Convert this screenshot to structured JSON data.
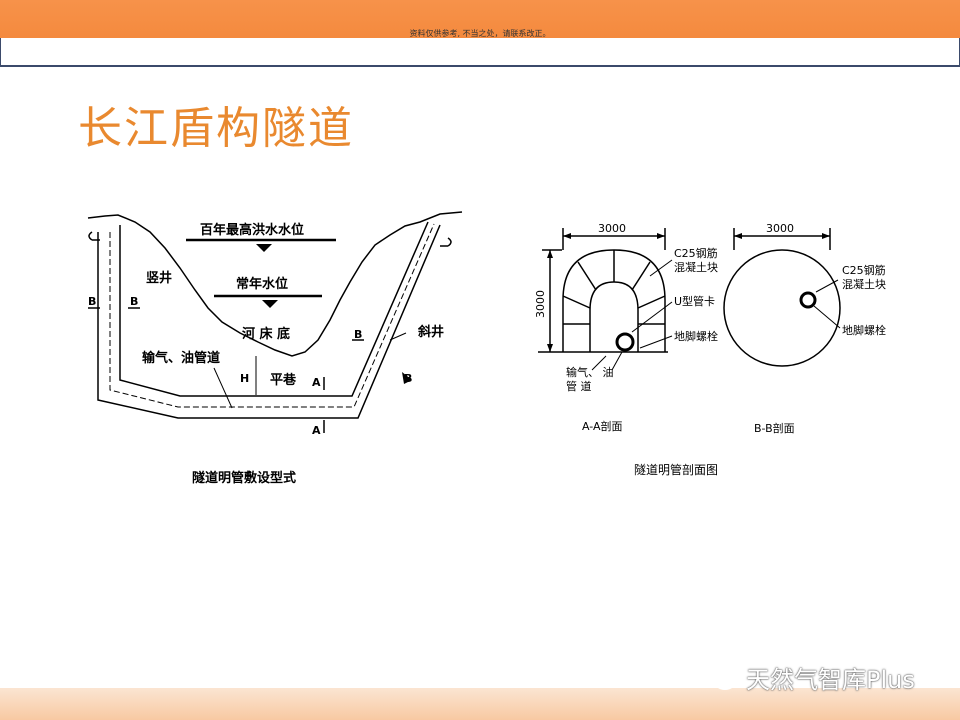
{
  "header": {
    "disclaimer": "资料仅供参考, 不当之处，请联系改正。"
  },
  "slide": {
    "title": "长江盾构隧道"
  },
  "left_diagram": {
    "caption": "隧道明管敷设型式",
    "labels": {
      "flood_level": "百年最高洪水水位",
      "normal_level": "常年水位",
      "riverbed": "河 床 底",
      "vertical_shaft": "竖井",
      "inclined_shaft": "斜井",
      "pipeline": "输气、油管道",
      "horizontal_tunnel": "平巷",
      "depth": "H",
      "section_b_left": "B",
      "section_b_left2": "B",
      "section_b_right": "B",
      "section_b_right2": "B",
      "section_a_top": "A",
      "section_a_bottom": "A"
    }
  },
  "right_diagram": {
    "caption": "隧道明管剖面图",
    "aa_section": {
      "caption": "A-A剖面",
      "width_dim": "3000",
      "height_dim": "3000",
      "concrete": [
        "C25钢筋",
        "混凝土块"
      ],
      "pipe_clamp": "U型管卡",
      "anchor_bolt": "地脚螺栓",
      "pipe_label": [
        "输气、 油",
        "管    道"
      ]
    },
    "bb_section": {
      "caption": "B-B剖面",
      "width_dim": "3000",
      "concrete": [
        "C25钢筋",
        "混凝土块"
      ],
      "anchor_bolt": "地脚螺栓"
    }
  },
  "watermark": {
    "text": "天然气智库Plus",
    "icon": "wechat-icon"
  }
}
